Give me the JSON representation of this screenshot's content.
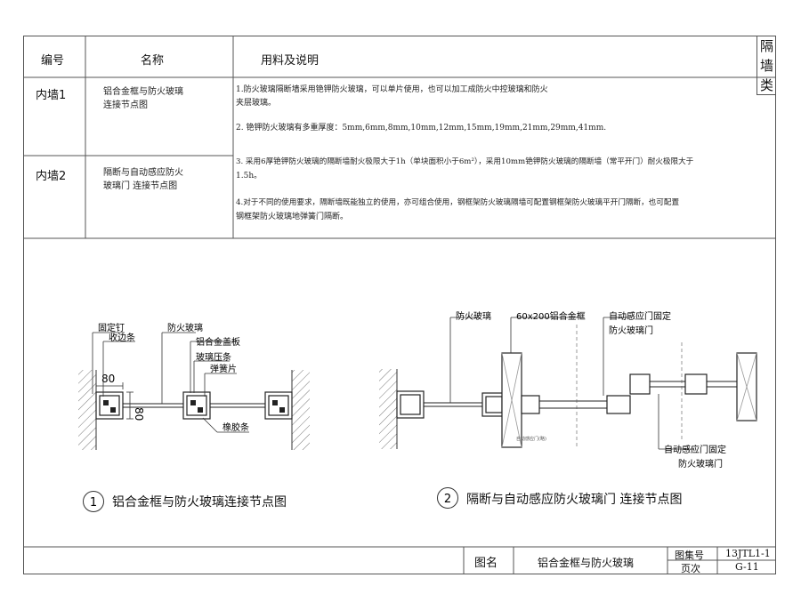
{
  "header": {
    "code": "编号",
    "name": "名称",
    "desc": "用料及说明"
  },
  "side_tab": [
    "隔",
    "墙",
    "类"
  ],
  "rows": [
    {
      "code": "内墙1",
      "name_lines": [
        "铝合金框与防火玻璃",
        "连接节点图"
      ]
    },
    {
      "code": "内墙2",
      "name_lines": [
        "隔断与自动感应防火",
        "玻璃门 连接节点图"
      ]
    }
  ],
  "notes": [
    "1.防火玻璃隔断墙采用铯钾防火玻璃，可以单片使用，也可以加工成防火中控玻璃和防火",
    "夹层玻璃。",
    "2. 铯钾防火玻璃有多重厚度：5mm,6mm,8mm,10mm,12mm,15mm,19mm,21mm,29mm,41mm.",
    "3. 采用6厚铯钾防火玻璃的隔断墙耐火极限大于1h（单块面积小于6m²），采用10mm铯钾防火玻璃的隔断墙（常平开门）耐火极限大于",
    "1.5h。",
    "4.对于不同的使用要求，隔断墙既能独立的使用，亦可组合使用，钢框架防火玻璃隔墙可配置钢框架防火玻璃平开门隔断，也可配置",
    "钢框架防火玻璃地弹簧门隔断。"
  ],
  "drawing1": {
    "labels": [
      "固定钉",
      "收边条",
      "防火玻璃",
      "铝合金盖板",
      "玻璃压条",
      "弹簧片",
      "橡胶条"
    ],
    "dims": [
      "80",
      "80"
    ],
    "number": "1",
    "caption": "铝合金框与防火玻璃连接节点图"
  },
  "drawing2": {
    "labels": [
      "防火玻璃",
      "60x200铝合金框",
      "自动感应门固定",
      "防火玻璃门",
      "自动感应门固定",
      "防火玻璃门"
    ],
    "small_note": "自动感应门(略)",
    "number": "2",
    "caption": "隔断与自动感应防火玻璃门 连接节点图"
  },
  "title_block": {
    "label": "图名",
    "title": "铝合金框与防火玻璃",
    "atlas_label": "图集号",
    "atlas_value": "13JTL1-1",
    "page_label": "页次",
    "page_value": "G-11"
  }
}
